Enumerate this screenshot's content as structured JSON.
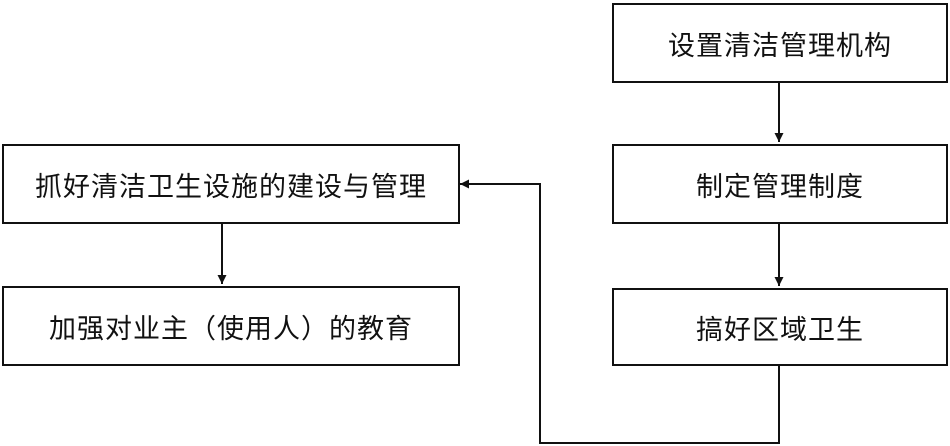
{
  "diagram": {
    "nodes": {
      "setup_cleaning_org": "设置清洁管理机构",
      "formulate_rules": "制定管理制度",
      "area_hygiene": "搞好区域卫生",
      "facilities_management": "抓好清洁卫生设施的建设与管理",
      "owner_education": "加强对业主（使用人）的教育"
    },
    "colors": {
      "line": "#111111",
      "background": "#ffffff",
      "text": "#111111"
    }
  }
}
